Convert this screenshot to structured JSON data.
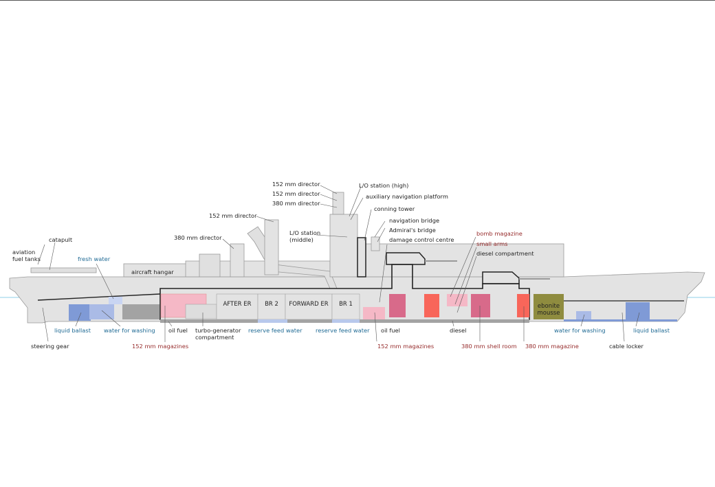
{
  "colors": {
    "hull": "#e3e3e3",
    "line": "#9a9a9a",
    "armour": "#222222",
    "ballast": "#7f9ad6",
    "washing": "#aabbe6",
    "fresh": "#c9d5f2",
    "oil": "#a3a3a3",
    "mag152": "#f5b8c6",
    "shell380": "#d86a8a",
    "mag380": "#f8665a",
    "ebonite": "#8f8c3f",
    "water": "#8fcfe8"
  },
  "labels": {
    "dir152_a": "152 mm director",
    "dir152_b": "152 mm director",
    "dir380_top": "380 mm director",
    "lo_high": "L/O station (high)",
    "aux_nav": "auxiliary navigation platform",
    "conning": "conning tower",
    "dir152_aft": "152 mm director",
    "lo_mid": "L/O station (middle)",
    "nav_bridge": "navigation bridge",
    "adm_bridge": "Admiral's bridge",
    "dcc": "damage control centre",
    "dir380_aft": "380 mm director",
    "catapult": "catapult",
    "avfuel": "aviation fuel tanks",
    "fresh": "fresh water",
    "hangar": "aircraft hangar",
    "bomb": "bomb magazine",
    "small_arms": "small arms",
    "diesel_comp": "diesel compartment",
    "after_er": "AFTER ER",
    "br2": "BR 2",
    "fwd_er": "FORWARD ER",
    "br1": "BR 1",
    "ebonite": "ebonite mousse",
    "ballast_aft": "liquid ballast",
    "wash_aft": "water for washing",
    "oil_aft": "oil fuel",
    "turbo": "turbo-generator compartment",
    "rfw1": "reserve feed water",
    "rfw2": "reserve feed water",
    "oil_fwd": "oil fuel",
    "diesel": "diesel",
    "wash_fwd": "water for washing",
    "ballast_fwd": "liquid ballast",
    "steering": "steering gear",
    "mag152_aft": "152 mm magazines",
    "mag152_fwd": "152 mm magazines",
    "shell380": "380 mm shell room",
    "mag380": "380 mm magazine",
    "cable": "cable locker"
  }
}
